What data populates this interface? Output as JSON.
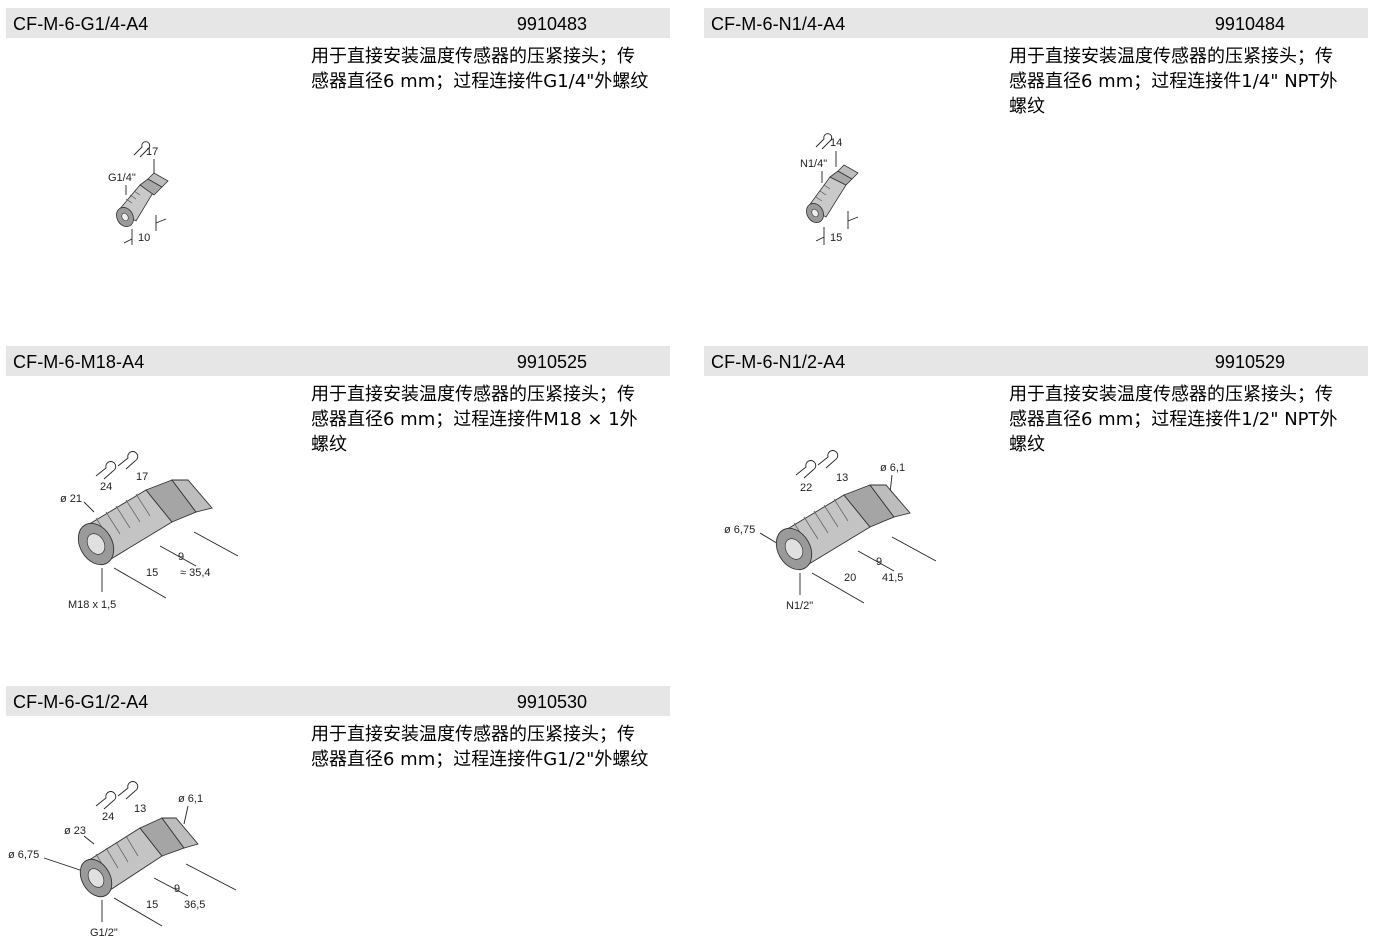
{
  "products": [
    {
      "title": "CF-M-6-G1/4-A4",
      "code": "9910483",
      "description": "用于直接安装温度传感器的压紧接头；传感器直径6 mm；过程连接件G1/4\"外螺纹",
      "dims": {
        "wrench": "17",
        "thread": "G1/4\"",
        "length": "10"
      }
    },
    {
      "title": "CF-M-6-N1/4-A4",
      "code": "9910484",
      "description": "用于直接安装温度传感器的压紧接头；传感器直径6 mm；过程连接件1/4\" NPT外螺纹",
      "dims": {
        "wrench": "14",
        "thread": "N1/4\"",
        "length": "15"
      }
    },
    {
      "title": "CF-M-6-M18-A4",
      "code": "9910525",
      "description": "用于直接安装温度传感器的压紧接头；传感器直径6 mm；过程连接件M18 × 1外螺纹",
      "dims": {
        "wrench1": "24",
        "wrench2": "17",
        "dia": "ø 21",
        "thread": "M18 x 1,5",
        "a": "15",
        "b": "9",
        "total": "≈ 35,4"
      }
    },
    {
      "title": "CF-M-6-N1/2-A4",
      "code": "9910529",
      "description": "用于直接安装温度传感器的压紧接头；传感器直径6 mm；过程连接件1/2\" NPT外螺纹",
      "dims": {
        "wrench1": "22",
        "wrench2": "13",
        "dia_out": "ø 6,1",
        "dia_in": "ø 6,75",
        "thread": "N1/2\"",
        "a": "20",
        "b": "9",
        "total": "41,5"
      }
    },
    {
      "title": "CF-M-6-G1/2-A4",
      "code": "9910530",
      "description": "用于直接安装温度传感器的压紧接头；传感器直径6 mm；过程连接件G1/2\"外螺纹",
      "dims": {
        "wrench1": "24",
        "wrench2": "13",
        "dia_out": "ø 6,1",
        "dia": "ø 23",
        "dia_in": "ø 6,75",
        "thread": "G1/2\"",
        "a": "15",
        "b": "9",
        "total": "36,5"
      }
    }
  ]
}
